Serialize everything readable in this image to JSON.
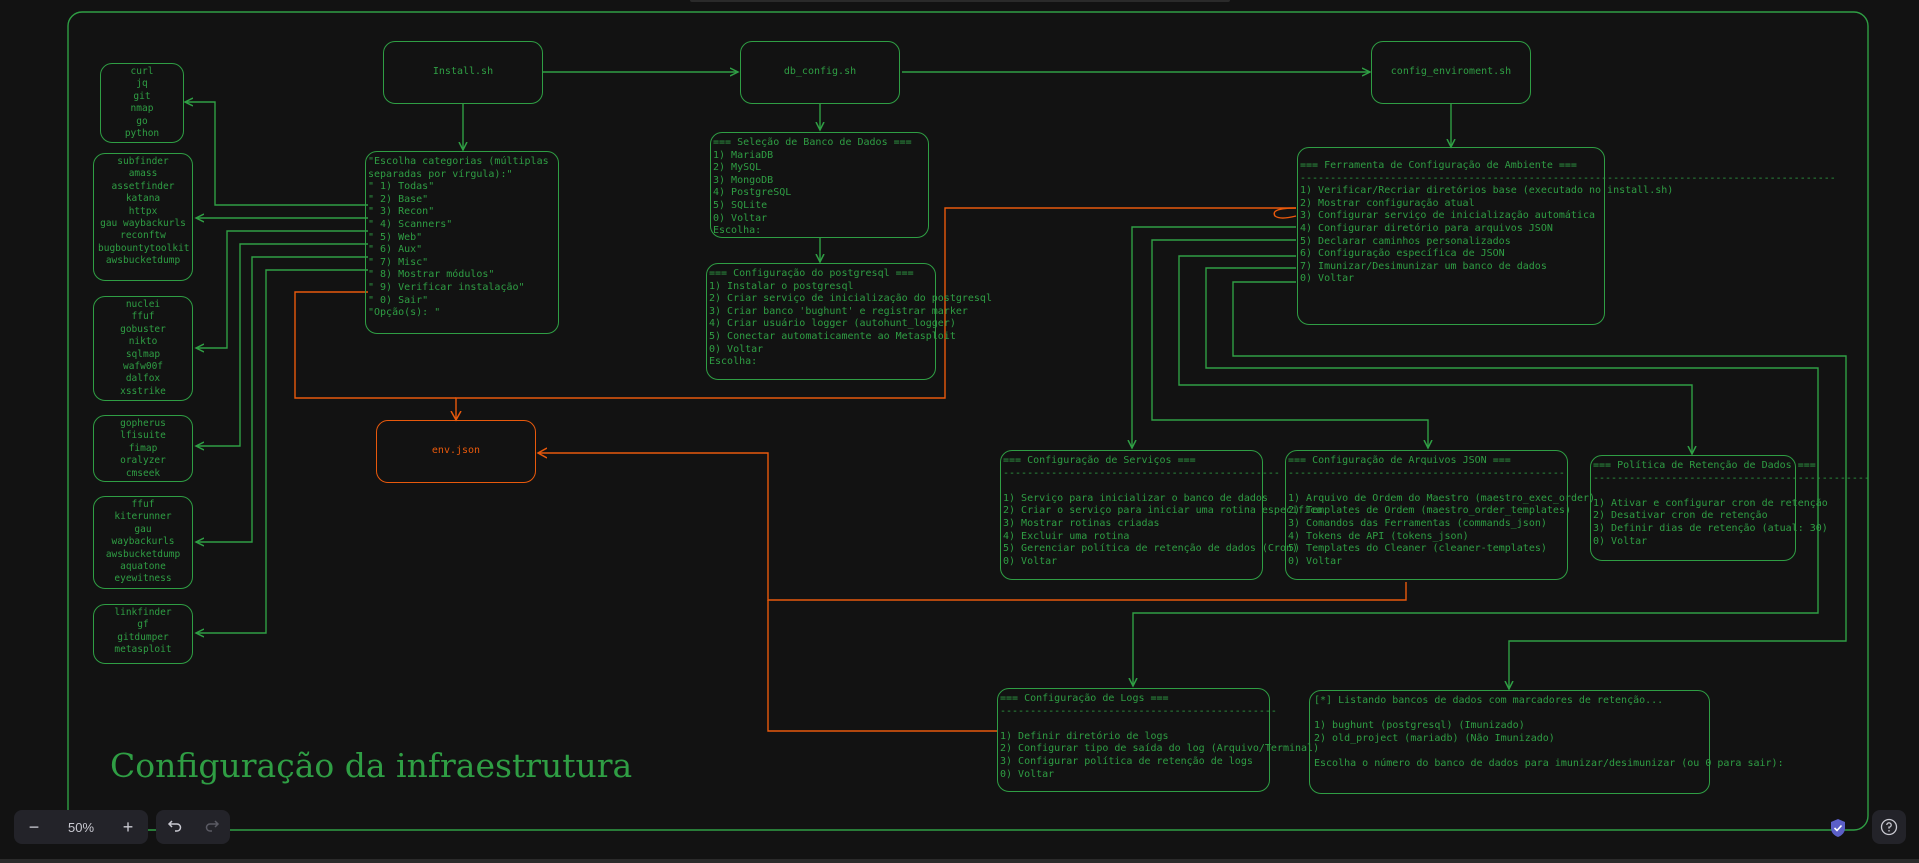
{
  "diagram": {
    "title": "Configuração da infraestrutura",
    "nodes": {
      "install": "Install.sh",
      "db_config": "db_config.sh",
      "config_env": "config_enviroment.sh",
      "env_json": "env.json",
      "categories": "\"Escolha categorias (múltiplas\nseparadas por vírgula):\"\n\" 1) Todas\"\n\" 2) Base\"\n\" 3) Recon\"\n\" 4) Scanners\"\n\" 5) Web\"\n\" 6) Aux\"\n\" 7) Misc\"\n\" 8) Mostrar módulos\"\n\" 9) Verificar instalação\"\n\" 0) Sair\"\n\"Opção(s): \"",
      "db_select": "=== Seleção de Banco de Dados ===\n1) MariaDB\n2) MySQL\n3) MongoDB\n4) PostgreSQL\n5) SQLite\n0) Voltar\nEscolha:",
      "postgres_config": "=== Configuração do postgresql ===\n1) Instalar o postgresql\n2) Criar serviço de inicialização do postgresql\n3) Criar banco 'bughunt' e registrar marker\n4) Criar usuário logger (autohunt_logger)\n5) Conectar automaticamente ao Metasploit\n0) Voltar\nEscolha:",
      "env_tool": "=== Ferramenta de Configuração de Ambiente ===\n-----------------------------------------------------------------------------------------\n1) Verificar/Recriar diretórios base (executado no install.sh)\n2) Mostrar configuração atual\n3) Configurar serviço de inicialização automática\n4) Configurar diretório para arquivos JSON\n5) Declarar caminhos personalizados\n6) Configuração específica de JSON\n7) Imunizar/Desimunizar um banco de dados\n0) Voltar",
      "services_config": "=== Configuração de Serviços ===\n----------------------------------------------\n\n1) Serviço para inicializar o banco de dados\n2) Criar o serviço para iniciar uma rotina especifica\n3) Mostrar rotinas criadas\n4) Excluir uma rotina\n5) Gerenciar política de retenção de dados (Cron)\n0) Voltar",
      "json_config": "=== Configuração de Arquivos JSON ===\n----------------------------------------------\n\n1) Arquivo de Ordem do Maestro (maestro_exec_order)\n2) Templates de Ordem (maestro_order_templates)\n3) Comandos das Ferramentas (commands_json)\n4) Tokens de API (tokens_json)\n5) Templates do Cleaner (cleaner-templates)\n0) Voltar",
      "retention_policy": "=== Política de Retenção de Dados ===\n----------------------------------------------\n\n1) Ativar e configurar cron de retenção\n2) Desativar cron de retenção\n3) Definir dias de retenção (atual: 30)\n0) Voltar",
      "logs_config": "=== Configuração de Logs ===\n----------------------------------------------\n\n1) Definir diretório de logs\n2) Configurar tipo de saída do log (Arquivo/Terminal)\n3) Configurar política de retenção de logs\n0) Voltar",
      "db_listing": "[*] Listando bancos de dados com marcadores de retenção...\n\n1) bughunt (postgresql) (Imunizado)\n2) old_project (mariadb) (Não Imunizado)\n\nEscolha o número do banco de dados para imunizar/desimunizar (ou 0 para sair):"
    },
    "tool_groups": [
      "curl\njq\ngit\nnmap\ngo\npython",
      "subfinder\namass\nassetfinder\nkatana\nhttpx\ngau waybackurls\nreconftw\nbugbountytoolkit\nawsbucketdump",
      "nuclei\nffuf\ngobuster\nnikto\nsqlmap\nwafw00f\ndalfox\nxsstrike",
      "gopherus\nlfisuite\nfimap\noralyzer\ncmseek",
      "ffuf\nkiterunner\ngau\nwaybackurls\nawsbucketdump\naquatone\neyewitness",
      "linkfinder\ngf\ngitdumper\nmetasploit"
    ],
    "colors": {
      "background": "#121212",
      "green": "#2f9e44",
      "orange": "#e8590c"
    }
  },
  "toolbar": {
    "zoom_out_label": "−",
    "zoom_level": "50%",
    "zoom_in_label": "+",
    "undo_icon": "undo-icon",
    "redo_icon": "redo-icon",
    "help_label": "?"
  }
}
